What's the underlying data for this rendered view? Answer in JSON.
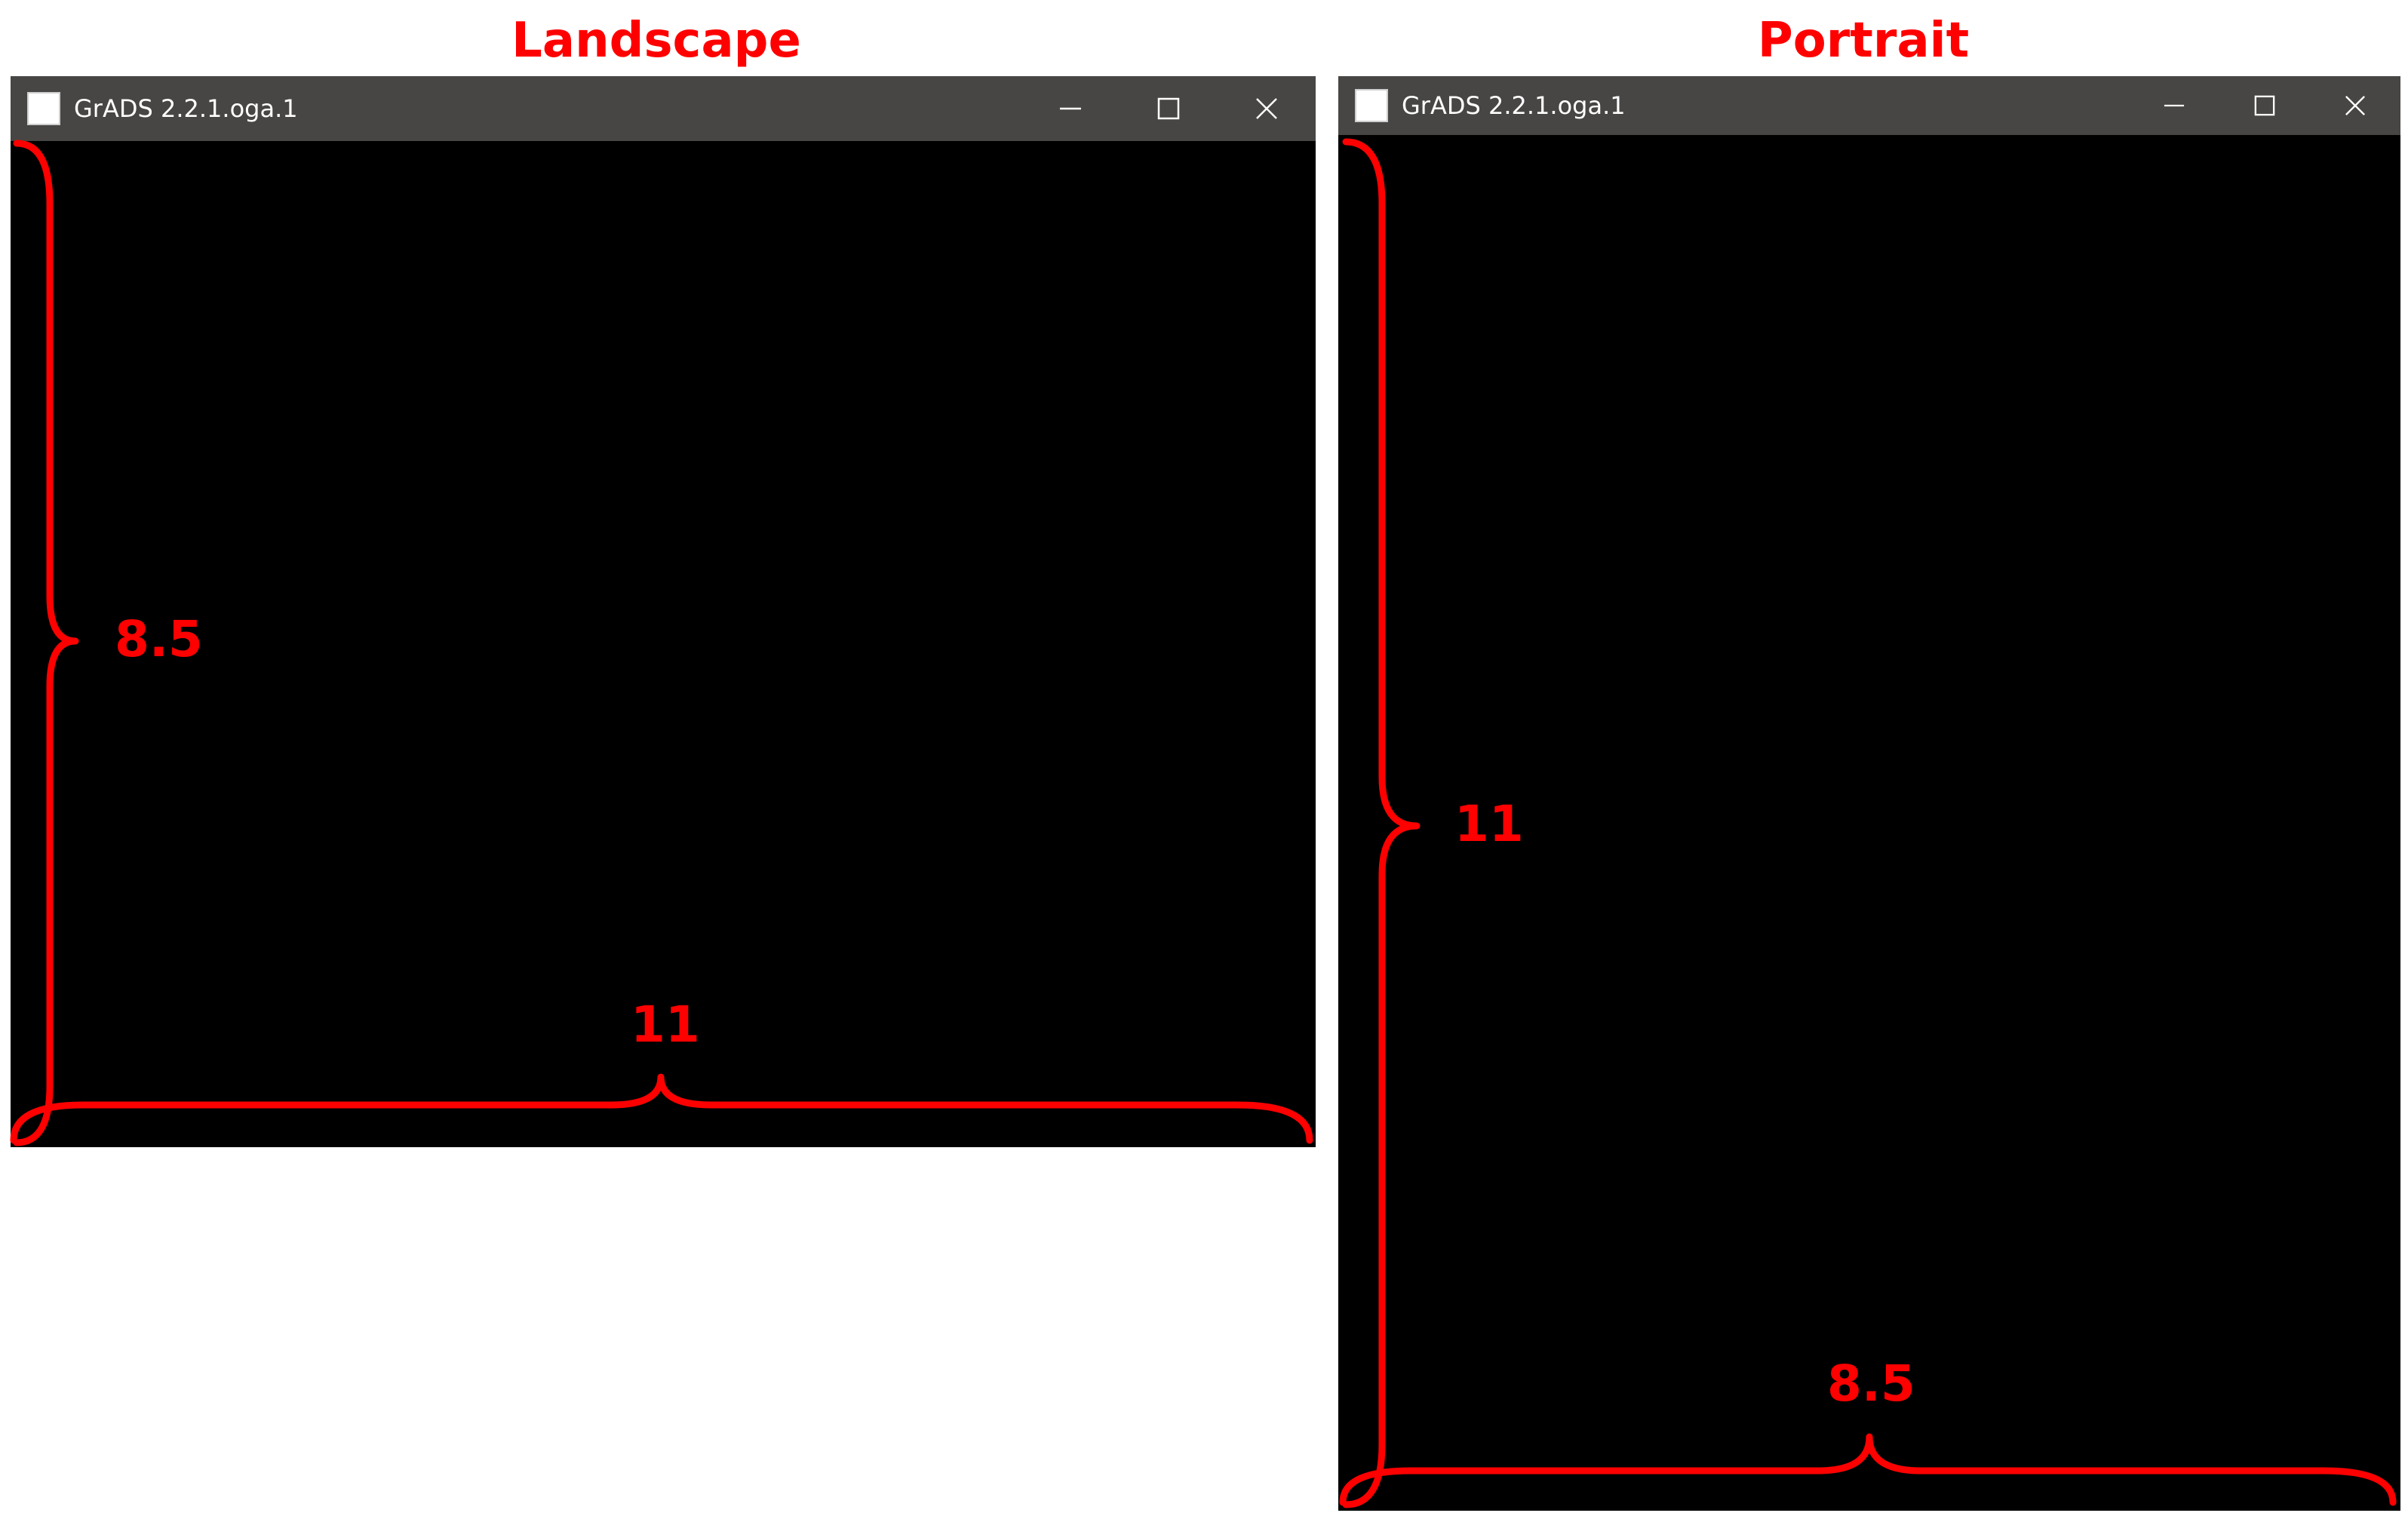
{
  "landscape": {
    "heading": "Landscape",
    "window_title": "GrADS 2.2.1.oga.1",
    "height_label": "8.5",
    "width_label": "11"
  },
  "portrait": {
    "heading": "Portrait",
    "window_title": "GrADS 2.2.1.oga.1",
    "height_label": "11",
    "width_label": "8.5"
  },
  "window_controls": {
    "minimize_icon": "minimize-icon",
    "maximize_icon": "maximize-icon",
    "close_icon": "close-icon"
  },
  "colors": {
    "annotation": "#ff0000",
    "titlebar": "#484644",
    "canvas": "#000000"
  }
}
